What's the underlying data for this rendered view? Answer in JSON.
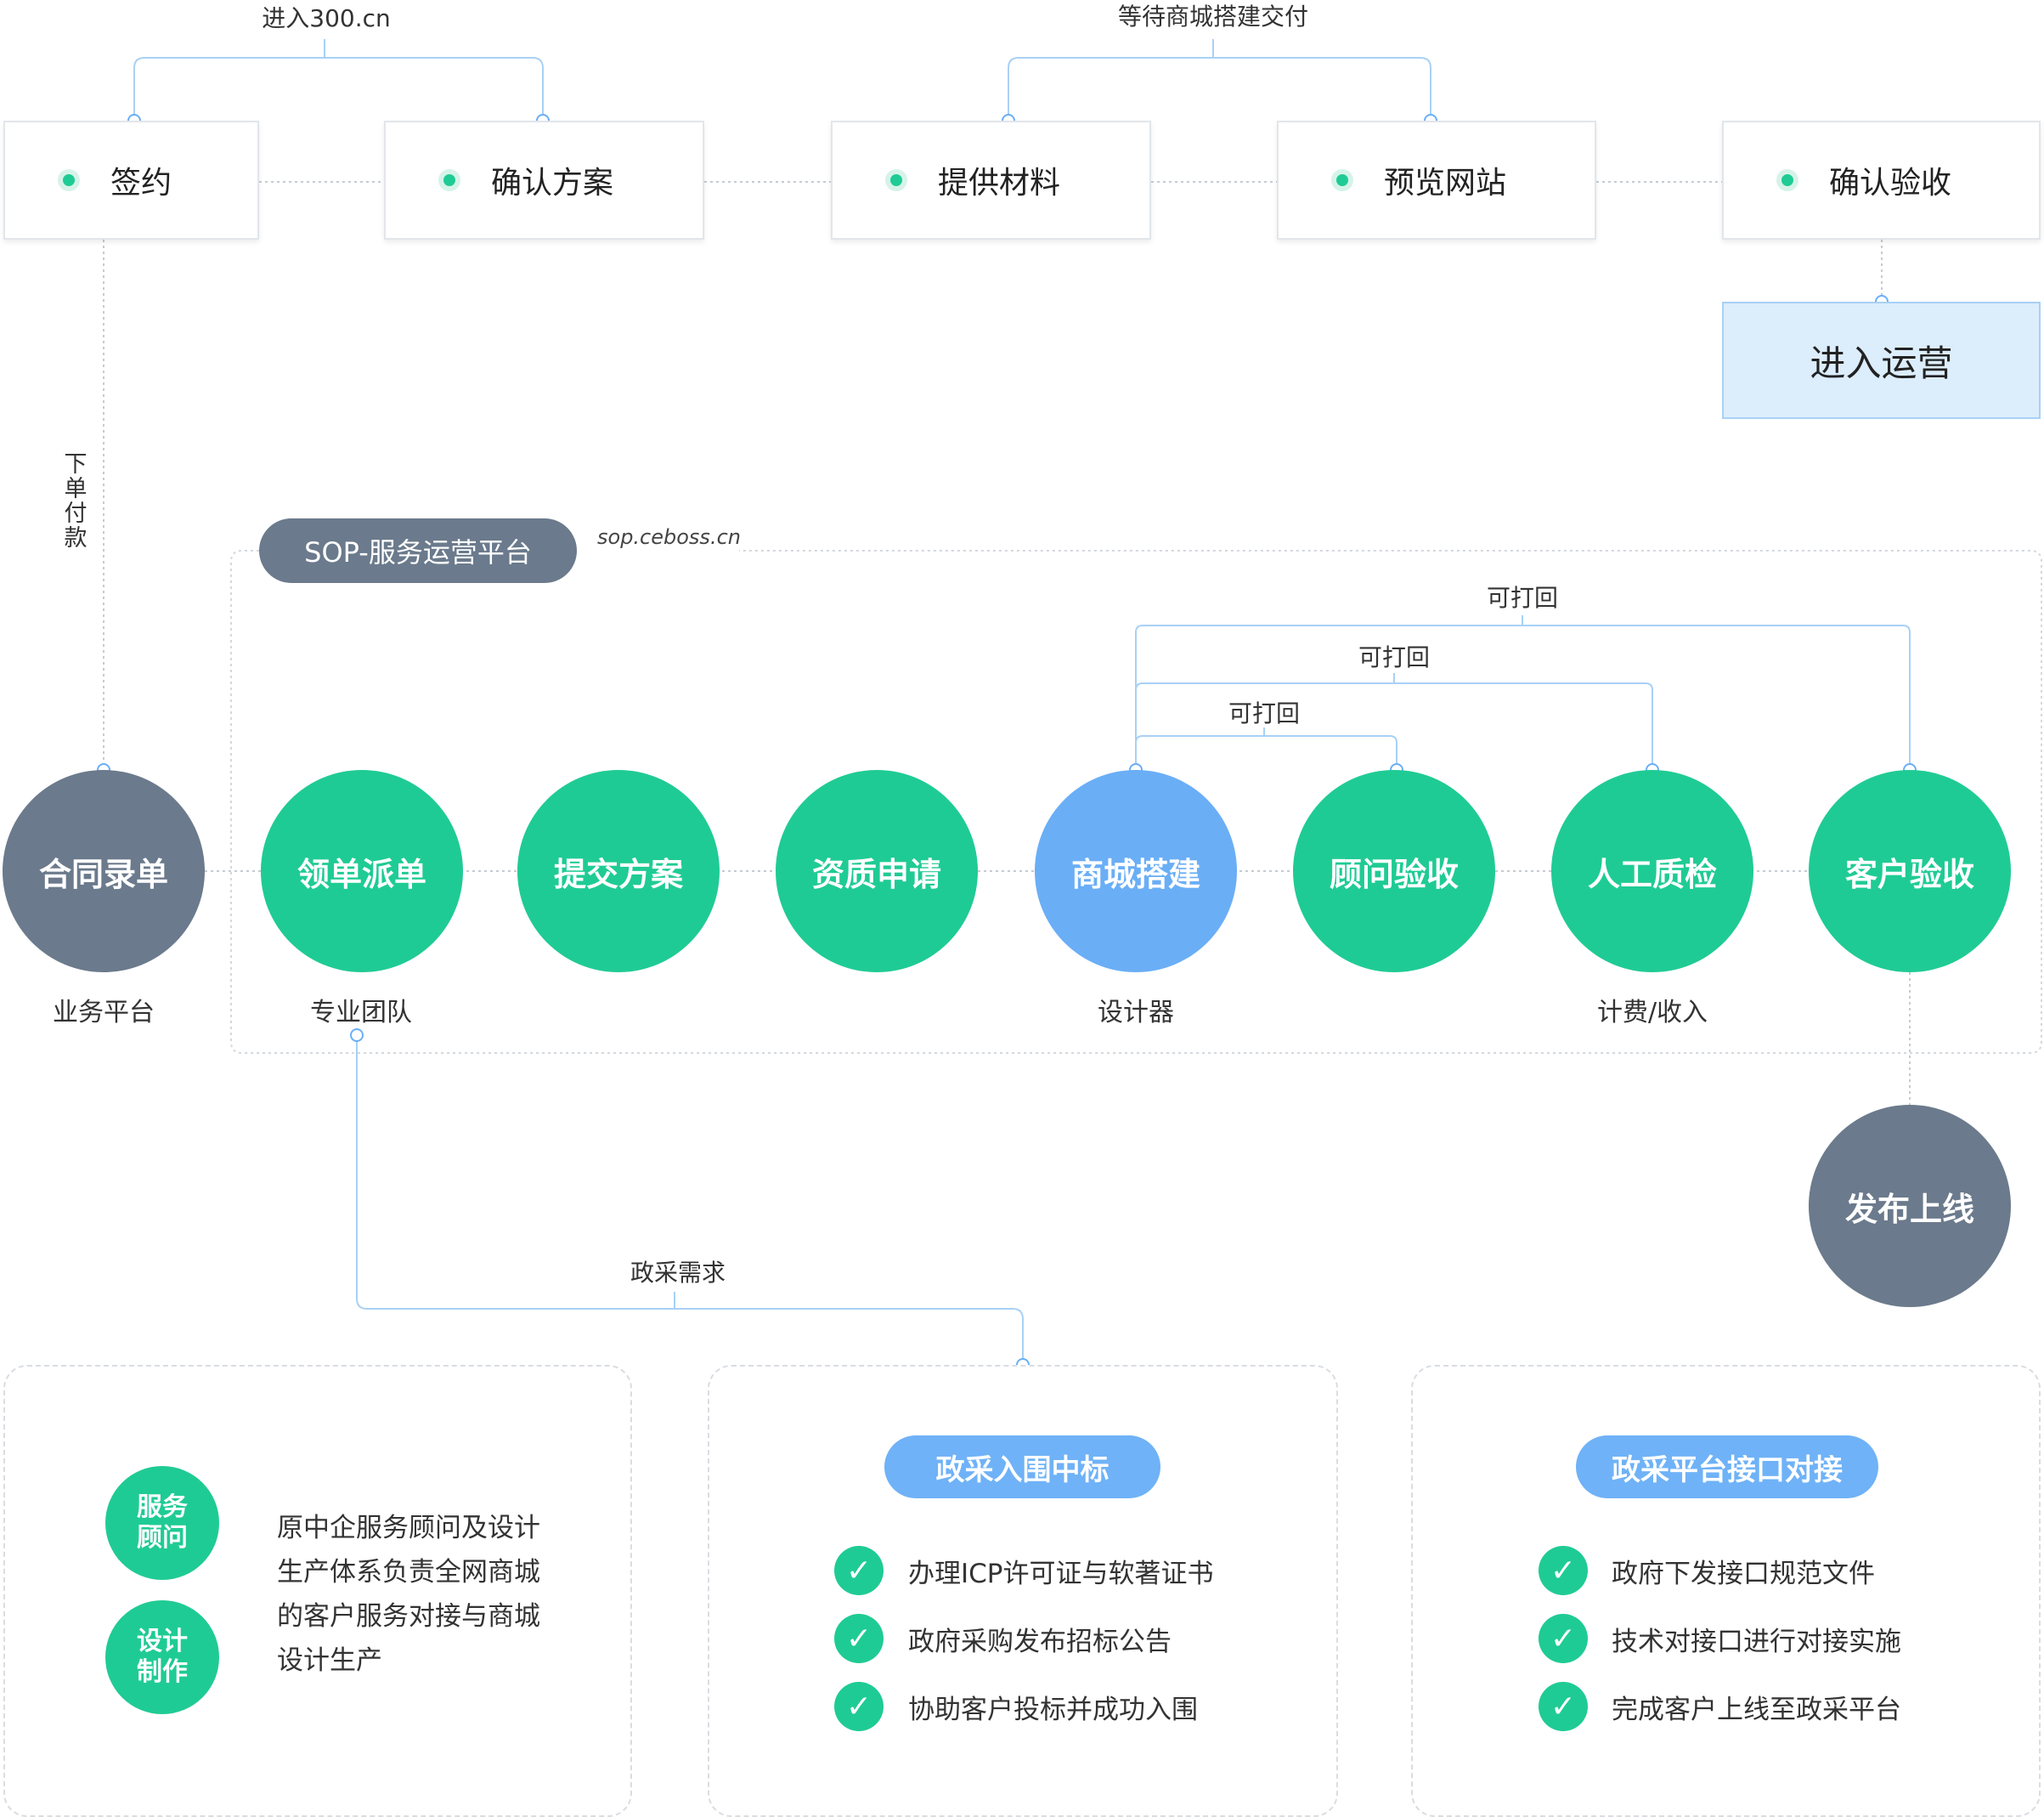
{
  "top_flow": {
    "steps": [
      "签约",
      "确认方案",
      "提供材料",
      "预览网站",
      "确认验收"
    ],
    "group_labels": [
      "进入300.cn",
      "等待商城搭建交付"
    ],
    "operate": "进入运营",
    "pay_label": "下单付款"
  },
  "platform": {
    "name": "SOP-服务运营平台",
    "url": "sop.ceboss.cn"
  },
  "process": {
    "nodes": [
      {
        "label": "合同录单",
        "sub": "业务平台"
      },
      {
        "label": "领单派单",
        "sub": "专业团队"
      },
      {
        "label": "提交方案",
        "sub": ""
      },
      {
        "label": "资质申请",
        "sub": ""
      },
      {
        "label": "商城搭建",
        "sub": "设计器"
      },
      {
        "label": "顾问验收",
        "sub": ""
      },
      {
        "label": "人工质检",
        "sub": "计费/收入"
      },
      {
        "label": "客户验收",
        "sub": ""
      }
    ],
    "returns": [
      "可打回",
      "可打回",
      "可打回"
    ],
    "publish": "发布上线",
    "gov_need": "政采需求"
  },
  "team_panel": {
    "roles": [
      {
        "line1": "服务",
        "line2": "顾问"
      },
      {
        "line1": "设计",
        "line2": "制作"
      }
    ],
    "description": "原中企服务顾问及设计生产体系负责全网商城的客户服务对接与商城设计生产"
  },
  "bid_panel": {
    "title": "政采入围中标",
    "items": [
      "办理ICP许可证与软著证书",
      "政府采购发布招标公告",
      "协助客户投标并成功入围"
    ]
  },
  "interface_panel": {
    "title": "政采平台接口对接",
    "items": [
      "政府下发接口规范文件",
      "技术对接口进行对接实施",
      "完成客户上线至政采平台"
    ]
  },
  "colors": {
    "green": "#1fcb94",
    "slate": "#6b7a8c",
    "blue": "#6aaef6",
    "line": "#a8d1f5"
  }
}
